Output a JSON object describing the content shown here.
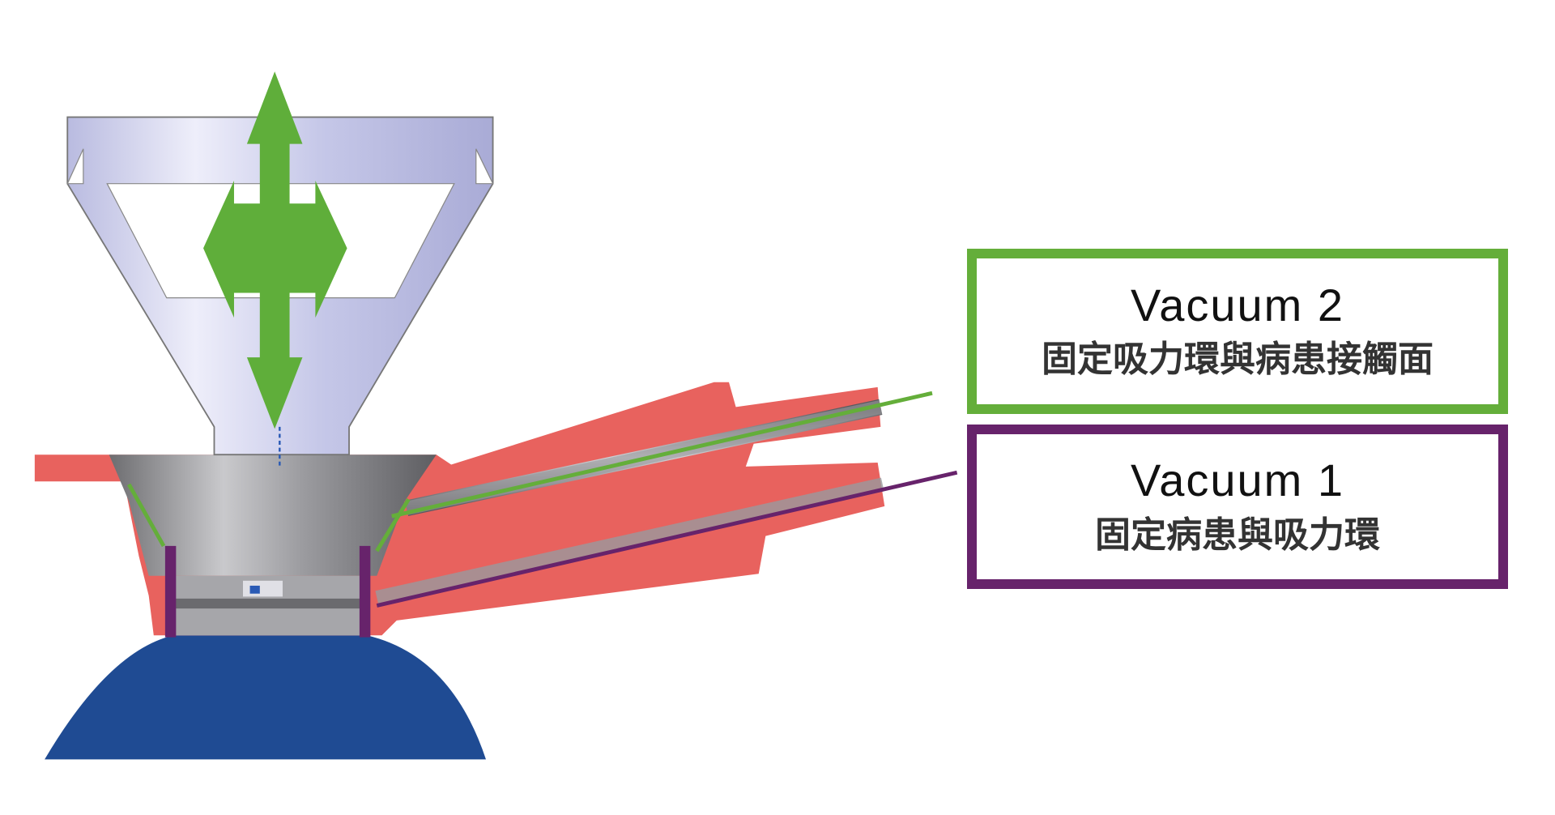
{
  "labels": {
    "vacuum2": {
      "title": "Vacuum 2",
      "caption": "固定吸力環與病患接觸面",
      "color": "#64ae3a"
    },
    "vacuum1": {
      "title": "Vacuum 1",
      "caption": "固定病患與吸力環",
      "color": "#67236b"
    }
  },
  "colors": {
    "housing": "#e8625e",
    "eye": "#1f4b93",
    "funnel": "#c5c7e8",
    "arrow": "#5fae3a"
  }
}
